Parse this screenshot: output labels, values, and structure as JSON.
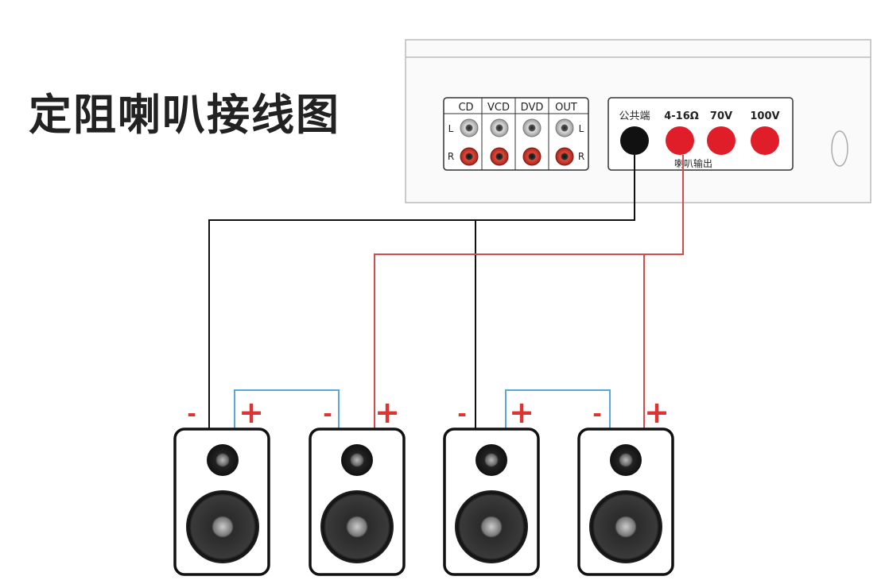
{
  "title": "定阻喇叭接线图",
  "amplifier": {
    "input_labels": [
      "CD",
      "VCD",
      "DVD",
      "OUT"
    ],
    "channel_left": "L",
    "channel_right": "R",
    "output_terminals": [
      "公共端",
      "4-16Ω",
      "70V",
      "100V"
    ],
    "output_caption": "喇叭输出"
  },
  "speakers": [
    {
      "minus": "-",
      "plus": "+"
    },
    {
      "minus": "-",
      "plus": "+"
    },
    {
      "minus": "-",
      "plus": "+"
    },
    {
      "minus": "-",
      "plus": "+"
    }
  ],
  "colors": {
    "common_wire": "#111111",
    "positive_wire": "#d84a4a",
    "link_wire": "#5aa6d6",
    "terminal_red": "#e01e2a",
    "terminal_black": "#111111",
    "polarity": "#d33333"
  }
}
